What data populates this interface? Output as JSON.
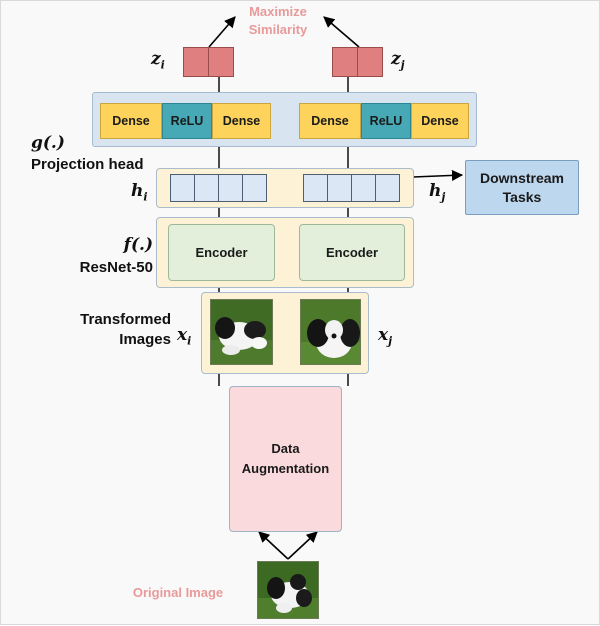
{
  "title": {
    "line1": "Maximize",
    "line2": "Similarity"
  },
  "z_left": {
    "base": "z",
    "sub": "i"
  },
  "z_right": {
    "base": "z",
    "sub": "j"
  },
  "projection": {
    "left": [
      "Dense",
      "ReLU",
      "Dense"
    ],
    "right": [
      "Dense",
      "ReLU",
      "Dense"
    ],
    "func": "g(.)",
    "label": "Projection head"
  },
  "h_left": {
    "base": "h",
    "sub": "i"
  },
  "h_right": {
    "base": "h",
    "sub": "j"
  },
  "downstream": {
    "line1": "Downstream",
    "line2": "Tasks"
  },
  "encoder": {
    "func": "f(.)",
    "label": "ResNet-50",
    "left": "Encoder",
    "right": "Encoder"
  },
  "transformed": {
    "line1": "Transformed",
    "line2": "Images"
  },
  "x_left": {
    "base": "x",
    "sub": "i"
  },
  "x_right": {
    "base": "x",
    "sub": "j"
  },
  "augmentation": {
    "line1": "Data",
    "line2": "Augmentation"
  },
  "original_label": "Original Image",
  "colors": {
    "dense": "#fdd35c",
    "relu": "#47a8b6",
    "z_vector": "#e07f7f",
    "h_vector": "#dbe7f5",
    "encoder": "#e3efdb",
    "augmentation": "#fadadd",
    "downstream": "#bdd7ee",
    "accent_text": "#e89a9a"
  }
}
